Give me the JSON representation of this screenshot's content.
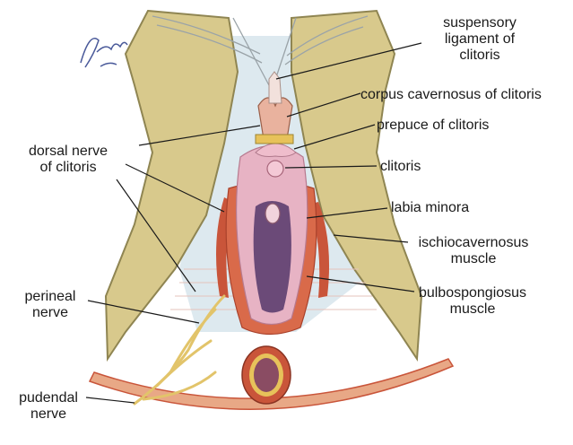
{
  "labels": {
    "suspensory_ligament": [
      "suspensory",
      "ligament of",
      "clitoris"
    ],
    "corpus_cavernosus": "corpus cavernosus of clitoris",
    "prepuce": "prepuce of clitoris",
    "clitoris": "clitoris",
    "labia_minora": "labia minora",
    "ischiocavernosus": [
      "ischiocavernosus",
      "muscle"
    ],
    "bulbospongiosus": [
      "bulbospongiosus",
      "muscle"
    ],
    "dorsal_nerve": [
      "dorsal nerve",
      "of clitoris"
    ],
    "perineal_nerve": [
      "perineal",
      "nerve"
    ],
    "pudendal_nerve": [
      "pudendal",
      "nerve"
    ]
  },
  "signature": "Avilow mo",
  "colors": {
    "bone": "#d8c98c",
    "bone_edge": "#8f8552",
    "muscle": "#c9553a",
    "mucosa": "#e7b3c4",
    "vestibule": "#6b4a78",
    "nerve": "#e2c46a",
    "membrane": "#cfe0e8"
  }
}
